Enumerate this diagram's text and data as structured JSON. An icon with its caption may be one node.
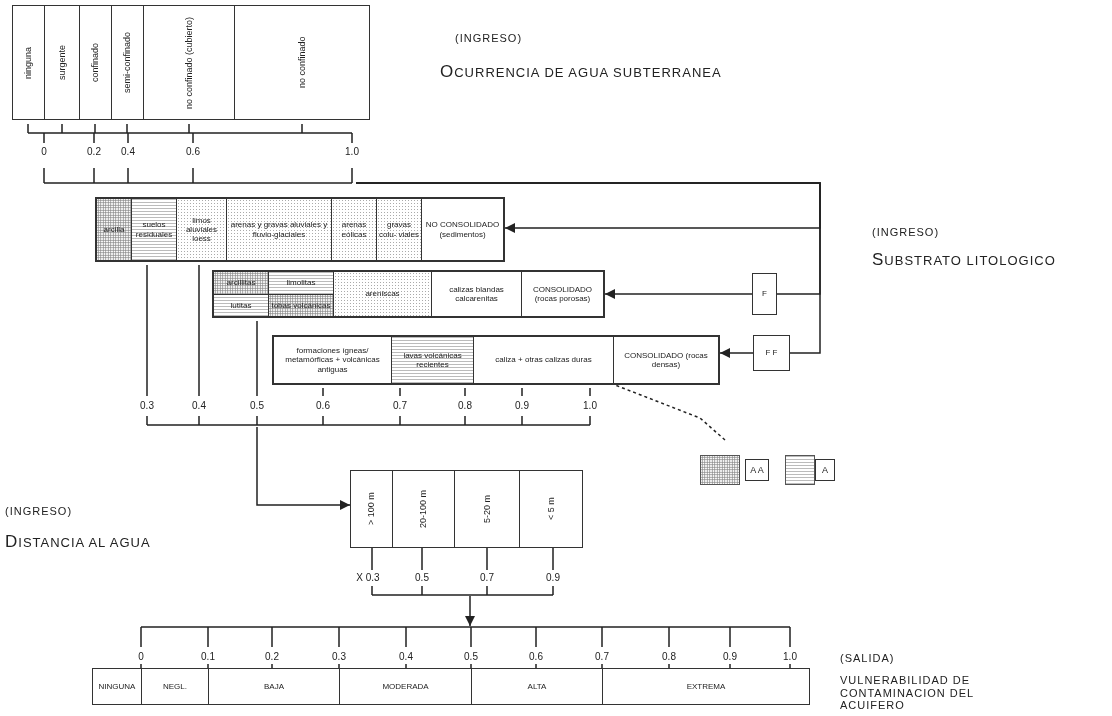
{
  "diagram": {
    "nodes": [
      {
        "text": [
          "ninguna"
        ]
      },
      {
        "text": [
          "surgente"
        ]
      },
      {
        "text": [
          "confinado"
        ]
      },
      {
        "text": [
          "semi-confinado"
        ]
      },
      {
        "text": [
          "no confinado (cubierto)"
        ]
      },
      {
        "text": [
          "no confinado"
        ]
      },
      {
        "text": [],
        "shape": "bar"
      },
      {
        "text": [],
        "shape": "box"
      },
      {
        "text": [
          "arcilla"
        ],
        "in": 7
      },
      {
        "text": [
          "suelos residuales"
        ],
        "in": 7
      },
      {
        "text": [
          "limos aluviales loess"
        ],
        "in": 7
      },
      {
        "text": [
          "arenas y gravas aluviales y fluvio-glaciales"
        ],
        "in": 7
      },
      {
        "text": [
          "arenas eólicas"
        ],
        "in": 7
      },
      {
        "text": [
          "gravas colu- viales"
        ],
        "in": 7
      },
      {
        "text": [
          "NO CONSOLIDADO (sedimentos)"
        ],
        "in": 7
      },
      {
        "text": [],
        "shape": "box"
      },
      {
        "text": [
          "arcillitas"
        ],
        "in": 15
      },
      {
        "text": [
          "limolitas"
        ],
        "in": 15
      },
      {
        "text": [
          "areniscas"
        ],
        "in": 15
      },
      {
        "text": [
          "lutitas"
        ],
        "in": 15
      },
      {
        "text": [
          "tobas volcánicas"
        ],
        "in": 15
      },
      {
        "text": [
          "calizas blandas calcarenitas"
        ],
        "in": 15
      },
      {
        "text": [
          "CONSOLIDADO (rocas porosas)"
        ],
        "in": 15
      },
      {
        "text": [],
        "shape": "box"
      },
      {
        "text": [
          "formaciones ígneas/ metamórficas + volcánicas antiguas"
        ],
        "in": 23
      },
      {
        "text": [
          "lavas volcánicas recientes"
        ],
        "in": 23
      },
      {
        "text": [
          "caliza + otras calizas duras"
        ],
        "in": 23
      },
      {
        "text": [
          "CONSOLIDADO (rocas densas)"
        ],
        "in": 23
      },
      {
        "text": [
          "F"
        ]
      },
      {
        "text": [
          "F F"
        ]
      },
      {
        "text": [
          "> 100 m"
        ]
      },
      {
        "text": [
          "20-100 m"
        ]
      },
      {
        "text": [
          "5-20 m"
        ]
      },
      {
        "text": [
          "< 5 m"
        ]
      },
      {
        "text": [],
        "shape": "bar"
      },
      {
        "text": [],
        "shape": "bar"
      },
      {
        "text": [
          "NINGUNA"
        ]
      },
      {
        "text": [
          "NEGL."
        ]
      },
      {
        "text": [
          "BAJA"
        ]
      },
      {
        "text": [
          "MODERADA"
        ]
      },
      {
        "text": [
          "ALTA"
        ]
      },
      {
        "text": [
          "EXTREMA"
        ]
      }
    ],
    "edges": [
      {
        "from": 6,
        "to": 7,
        "arrow": "to"
      },
      {
        "from": 6,
        "to": 28,
        "arrow": "none"
      },
      {
        "from": 28,
        "to": 15,
        "arrow": "to"
      },
      {
        "from": 6,
        "to": 29,
        "arrow": "none"
      },
      {
        "from": 29,
        "to": 23,
        "arrow": "to"
      },
      {
        "from": null,
        "to": 30,
        "arrow": "to"
      },
      {
        "from": 34,
        "to": 35,
        "arrow": "to"
      },
      {
        "from": null,
        "to": 23,
        "arrow": "none",
        "style": "dashed"
      }
    ],
    "labels": [
      "(INGRESO)",
      "OCURRENCIA DE AGUA SUBTERRANEA",
      "0",
      "0.2",
      "0.4",
      "0.6",
      "1.0",
      "(INGRESO)",
      "SUBSTRATO LITOLOGICO",
      "0.3",
      "0.4",
      "0.5",
      "0.6",
      "0.7",
      "0.8",
      "0.9",
      "1.0",
      "(INGRESO)",
      "DISTANCIA AL AGUA",
      "X 0.3",
      "0.5",
      "0.7",
      "0.9",
      "0",
      "0.1",
      "0.2",
      "0.3",
      "0.4",
      "0.5",
      "0.6",
      "0.7",
      "0.8",
      "0.9",
      "1.0",
      "(SALIDA)",
      "VULNERABILIDAD DE CONTAMINACION DEL ACUIFERO"
    ],
    "legend": [
      {
        "text": "A A"
      },
      {
        "text": "A"
      }
    ]
  }
}
